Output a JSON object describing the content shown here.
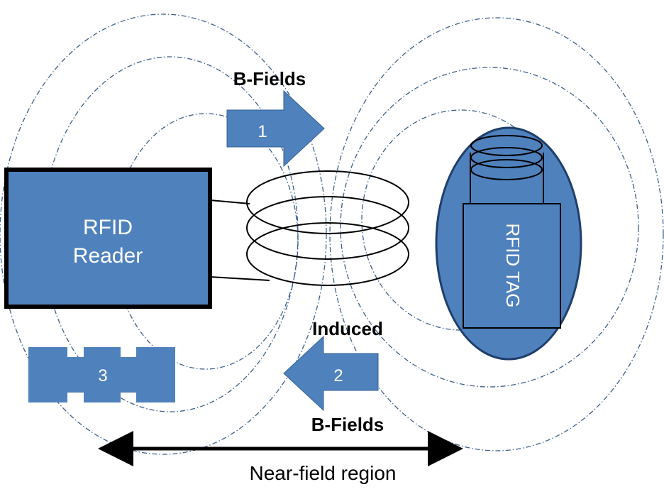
{
  "reader": {
    "line1": "RFID",
    "line2": "Reader"
  },
  "tag": {
    "label": "RFID TAG"
  },
  "arrows": {
    "arrow1_number": "1",
    "arrow2_number": "2",
    "block3_number": "3",
    "top_label": "B-Fields",
    "induced_label": "Induced",
    "bottom_label": "B-Fields"
  },
  "region": {
    "label": "Near-field region"
  },
  "colors": {
    "shape_fill": "#4f81bd",
    "field_line": "#3a5f8f",
    "tag_border": "#1f3f6b"
  }
}
